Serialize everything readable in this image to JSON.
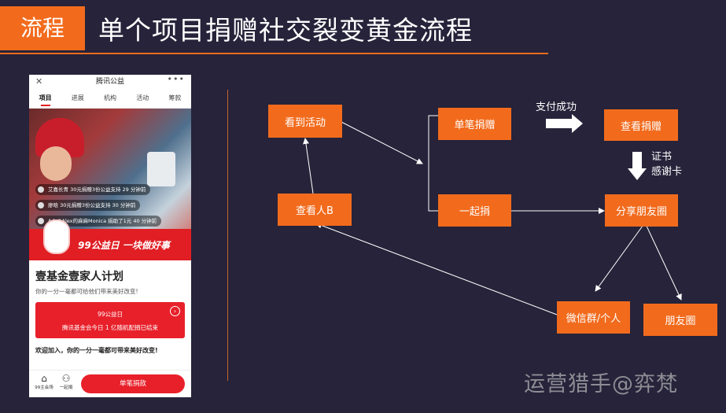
{
  "header": {
    "tag": "流程",
    "title": "单个项目捐赠社交裂变黄金流程"
  },
  "phone": {
    "app_title": "腾讯公益",
    "tabs": [
      "项目",
      "进展",
      "机构",
      "活动",
      "筹款"
    ],
    "feed": [
      "艾嘉长青 30元捐赠3份公益支持  29 分钟前",
      "廖晗 30元捐赠3份公益支持  30 分钟前",
      "Ada&Alex的麻麻Monica 捐助了1元  40 分钟前"
    ],
    "banner": "99公益日  一块做好事",
    "project_title": "壹基金壹家人计划",
    "project_sub": "你的一分一毫都可给他们带来美好改变!",
    "card_line1": "99公益日",
    "card_line2": "腾讯基金会今日 1 亿随机配捐已结束",
    "join_text": "欢迎加入，你的一分一毫都可带来美好改变!",
    "nav": [
      {
        "icon": "home-icon",
        "label": "99主会场"
      },
      {
        "icon": "people-icon",
        "label": "一起捐"
      }
    ],
    "donate_button": "单笔捐款"
  },
  "flow": {
    "see_activity": "看到活动",
    "single_donation": "单笔捐赠",
    "view_donation": "查看捐赠",
    "view_person_b": "查看人B",
    "donate_together": "一起捐",
    "share_moments": "分享朋友圈",
    "wechat_group": "微信群/个人",
    "moments": "朋友圈",
    "pay_success": "支付成功",
    "certificate": "证书",
    "thank_card": "感谢卡"
  },
  "watermark": "运营猎手@弈梵",
  "colors": {
    "background": "#26233a",
    "accent": "#f26b1d",
    "phone_red": "#e8202a"
  }
}
